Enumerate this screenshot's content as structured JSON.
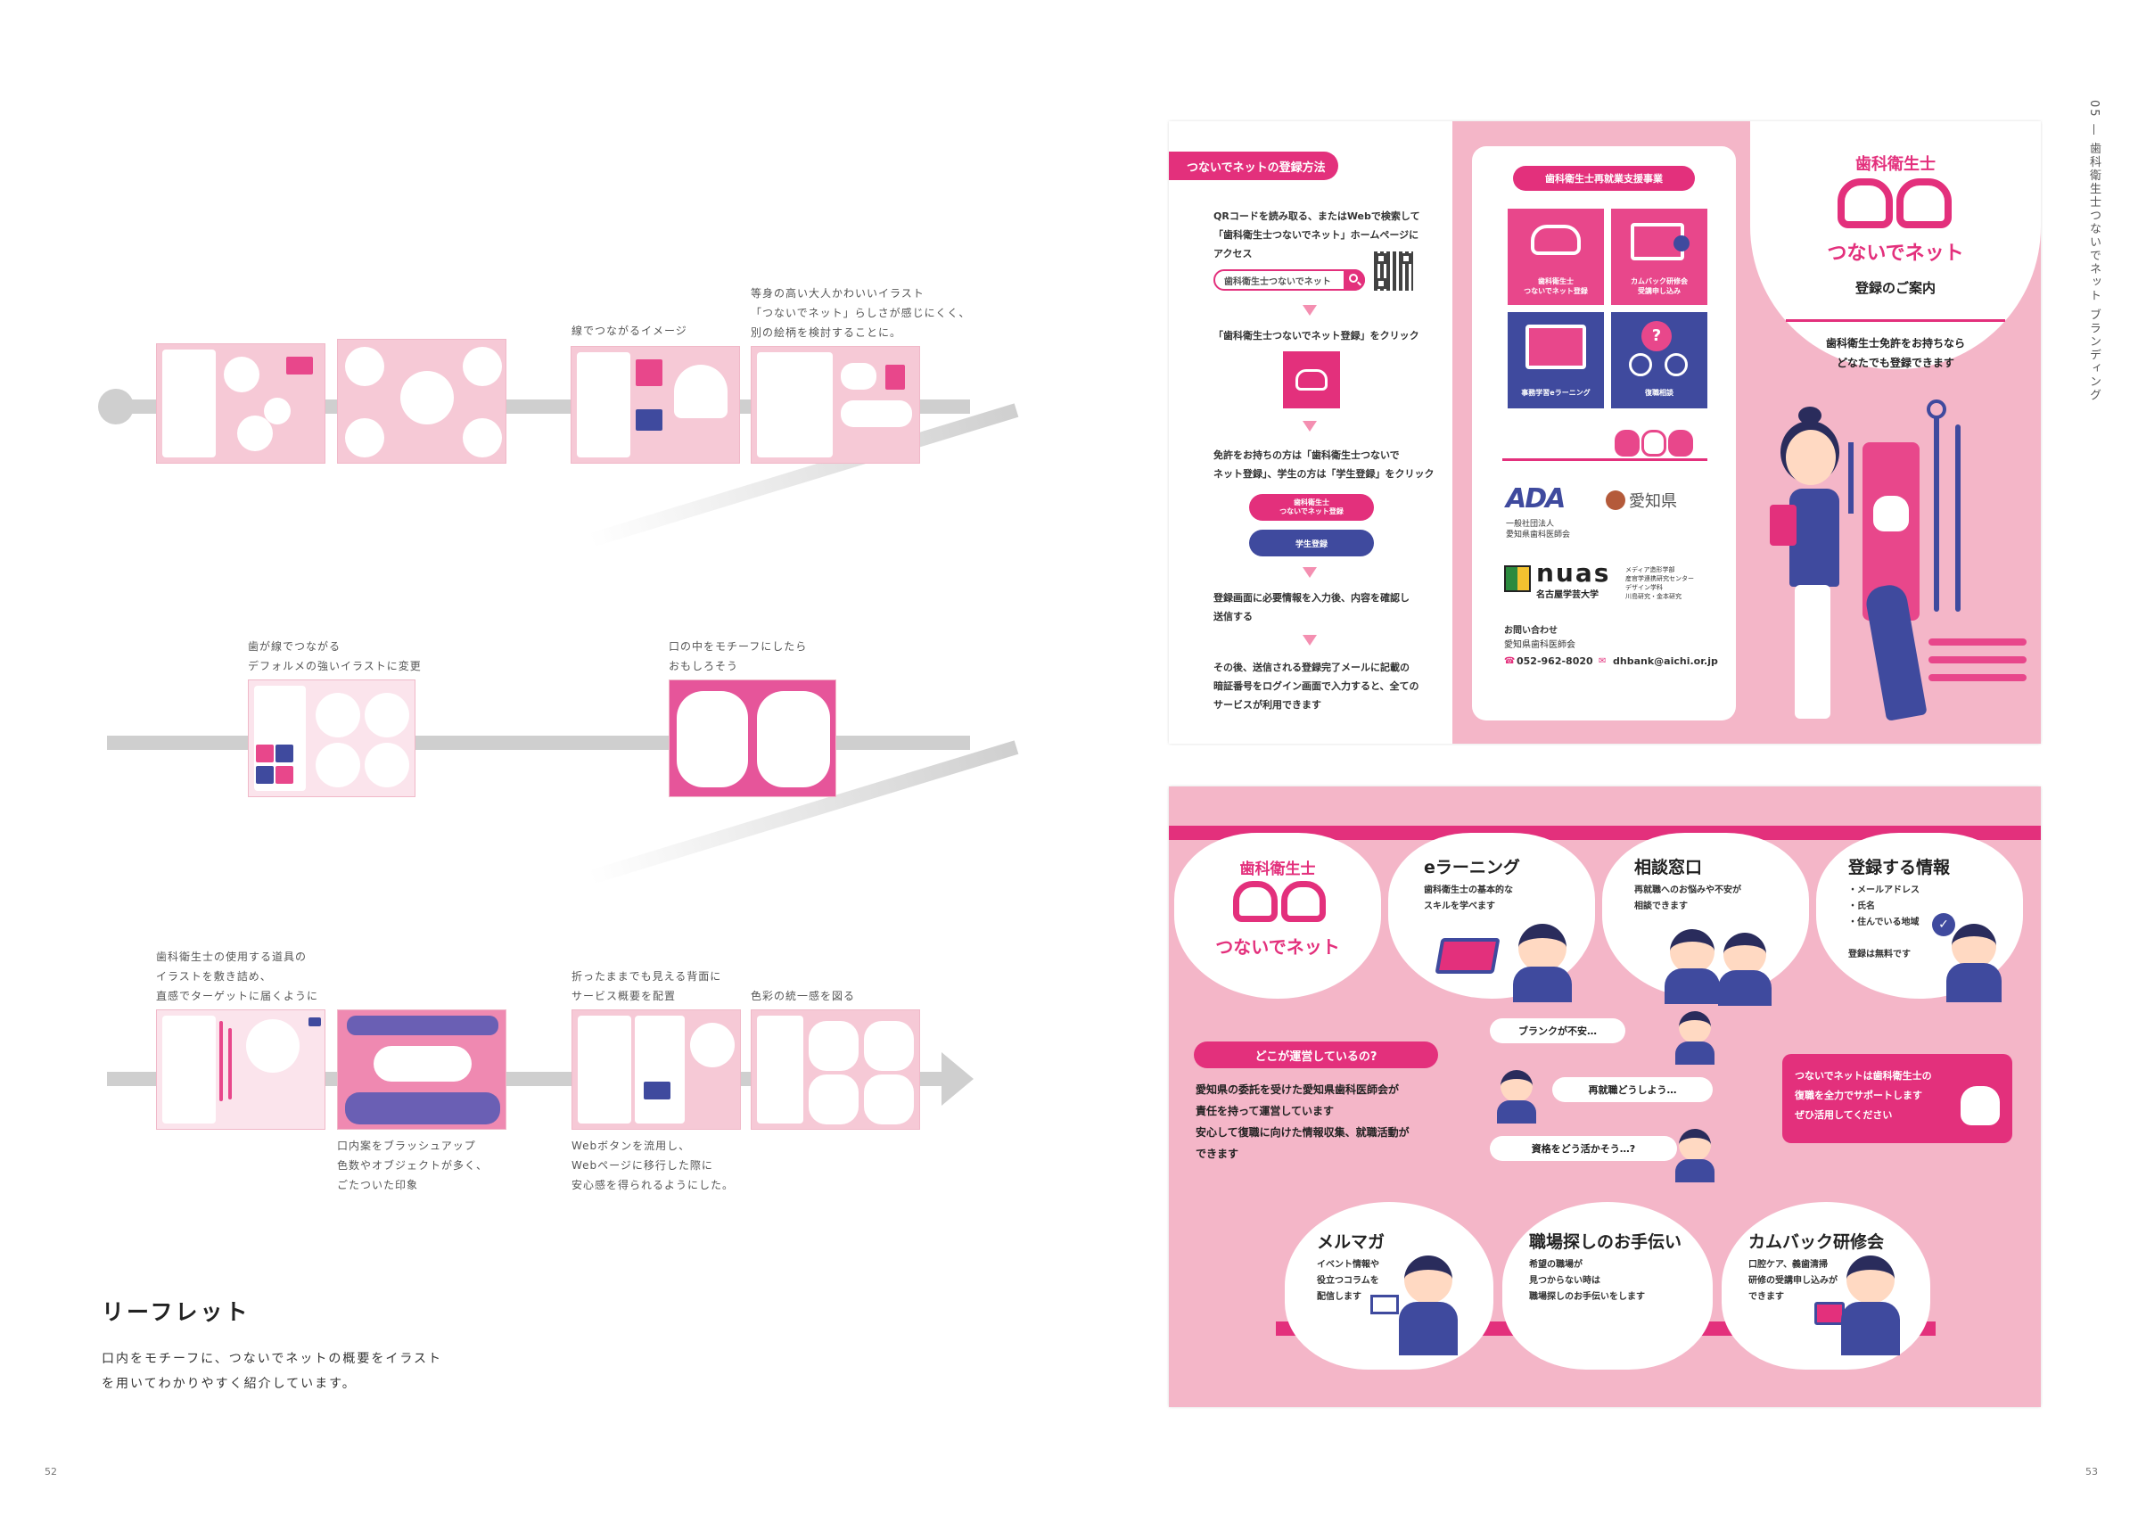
{
  "spread": {
    "page_left": "52",
    "page_right": "53",
    "side_label": "05 — 歯科衛生士つないでネット ブランディング"
  },
  "left_page": {
    "captions": {
      "c1": "等身の高い大人かわいいイラスト\n「つないでネット」らしさが感じにくく、\n別の絵柄を検討することに。",
      "c2": "線でつながるイメージ",
      "c3": "歯が線でつながる\nデフォルメの強いイラストに変更",
      "c4": "口の中をモチーフにしたら\nおもしろそう",
      "c5": "歯科衛生士の使用する道具の\nイラストを敷き詰め、\n直感でターゲットに届くように",
      "c6": "口内案をブラッシュアップ\n色数やオブジェクトが多く、\nごたついた印象",
      "c7": "折ったままでも見える背面に\nサービス概要を配置",
      "c8": "色彩の統一感を図る",
      "c9": "Webボタンを流用し、\nWebページに移行した際に\n安心感を得られるようにした。"
    },
    "section_title": "リーフレット",
    "section_body": "口内をモチーフに、つないでネットの概要をイラスト\nを用いてわかりやすく紹介しています。"
  },
  "leaflet_front": {
    "registration": {
      "header": "つないでネットの登録方法",
      "step1": "QRコードを読み取る、またはWebで検索して\n「歯科衛生士つないでネット」ホームページに\nアクセス",
      "search_value": "歯科衛生士つないでネット",
      "step2": "「歯科衛生士つないでネット登録」をクリック",
      "step3": "免許をお持ちの方は「歯科衛生士つないで\nネット登録」、学生の方は「学生登録」をクリック",
      "btn_register": "歯科衛生士\nつないでネット登録",
      "btn_student": "学生登録",
      "step4": "登録画面に必要情報を入力後、内容を確認し\n送信する",
      "step5": "その後、送信される登録完了メールに記載の\n暗証番号をログイン画面で入力すると、全ての\nサービスが利用できます"
    },
    "support": {
      "header": "歯科衛生士再就業支援事業",
      "tiles": [
        {
          "label": "歯科衛生士\nつないでネット登録",
          "color": "#e8478b"
        },
        {
          "label": "カムバック研修会\n受講申し込み",
          "color": "#e8478b"
        },
        {
          "label": "事務学習eラーニング",
          "color": "#3f4a9e"
        },
        {
          "label": "復職相談",
          "color": "#3f4a9e"
        }
      ],
      "ada_name": "一般社団法人\n愛知県歯科医師会",
      "pref": "愛知県",
      "nuas": "nuas",
      "nuas_sub": "名古屋学芸大学",
      "nuas_note": "メディア造形学部\n産官学連携研究センター\nデザイン学科\n川島研究・金本研究",
      "contact_label": "お問い合わせ",
      "contact_org": "愛知県歯科医師会",
      "phone": "052-962-8020",
      "email": "dhbank@aichi.or.jp"
    },
    "cover": {
      "brand_top": "歯科衛生士",
      "brand_bottom": "つないでネット",
      "subtitle": "登録のご案内",
      "note": "歯科衛生士免許をお持ちなら\nどなたでも登録できます"
    }
  },
  "leaflet_back": {
    "brand_top": "歯科衛生士",
    "brand_bottom": "つないでネット",
    "services": [
      {
        "title": "eラーニング",
        "desc": "歯科衛生士の基本的な\nスキルを学べます"
      },
      {
        "title": "相談窓口",
        "desc": "再就職へのお悩みや不安が\n相談できます"
      },
      {
        "title": "登録する情報",
        "desc": "・メールアドレス\n・氏名\n・住んでいる地域\n\n登録は無料です"
      }
    ],
    "operator": {
      "label": "どこが運営しているの?",
      "body": "愛知県の委託を受けた愛知県歯科医師会が\n責任を持って運営しています\n安心して復職に向けた情報収集、就職活動が\nできます"
    },
    "worries": [
      "ブランクが不安…",
      "再就職どうしよう…",
      "資格をどう活かそう…?"
    ],
    "support_box": "つないでネットは歯科衛生士の\n復職を全力でサポートします\nぜひ活用してください",
    "bottom_services": [
      {
        "title": "メルマガ",
        "desc": "イベント情報や\n役立つコラムを\n配信します"
      },
      {
        "title": "職場探しのお手伝い",
        "desc": "希望の職場が\n見つからない時は\n職場探しのお手伝いをします"
      },
      {
        "title": "カムバック研修会",
        "desc": "口腔ケア、義歯清掃\n研修の受講申し込みが\nできます"
      }
    ]
  }
}
